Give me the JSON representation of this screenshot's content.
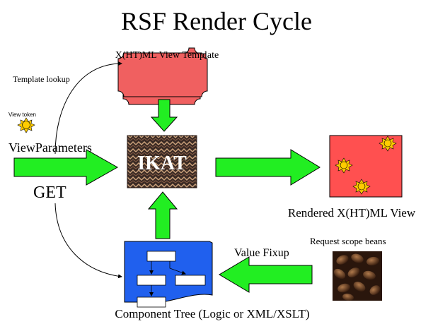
{
  "title": "RSF Render Cycle",
  "template": {
    "label": "X(HT)ML View Template"
  },
  "lookup": {
    "label": "Template lookup"
  },
  "view_token": {
    "label": "View token"
  },
  "view_params": {
    "label": "ViewParameters"
  },
  "get": {
    "label": "GET"
  },
  "ikat": {
    "label": "IKAT"
  },
  "rendered": {
    "label": "Rendered X(HT)ML View"
  },
  "beans": {
    "label": "Request scope beans"
  },
  "fixup": {
    "label": "Value Fixup"
  },
  "component_tree": {
    "label": "Component Tree (Logic or XML/XSLT)"
  },
  "colors": {
    "arrow_fill": "#22ee22",
    "template_fill": "#f06060",
    "rendered_fill": "#ff5050",
    "tree_fill": "#2060ee",
    "sun_fill": "#ffcc00"
  }
}
